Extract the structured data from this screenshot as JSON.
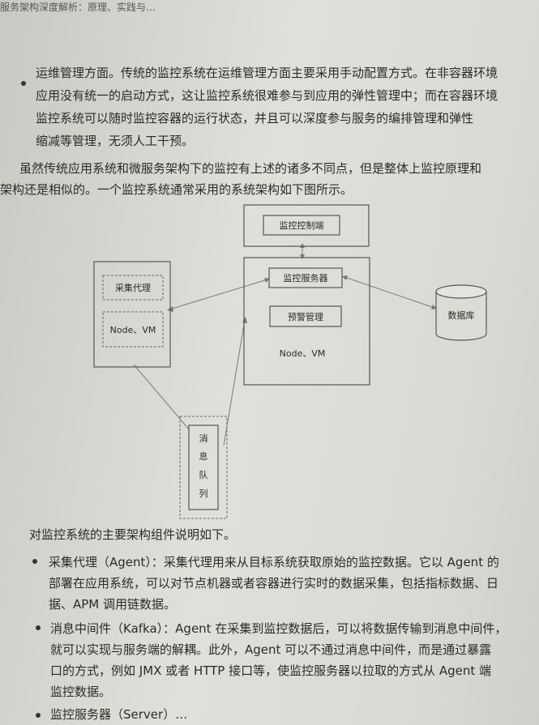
{
  "running_head": "服务架构深度解析：原理、实践与…",
  "intro_bullet": {
    "lines": [
      "运维管理方面。传统的监控系统在运维管理方面主要采用手动配置方式。在非容器环境",
      "应用没有统一的启动方式，这让监控系统很难参与到应用的弹性管理中；而在容器环境",
      "监控系统可以随时监控容器的运行状态，并且可以深度参与服务的编排管理和弹性",
      "缩减等管理，无须人工干预。"
    ]
  },
  "summary_paragraph": [
    "虽然传统应用系统和微服务架构下的监控有上述的诸多不同点，但是整体上监控原理和",
    "架构还是相似的。一个监控系统通常采用的系统架构如下图所示。"
  ],
  "diagram": {
    "console": "监控控制端",
    "server": "监控服务器",
    "alert": "预警管理",
    "server_node": "Node、VM",
    "agent": "采集代理",
    "agent_node": "Node、VM",
    "queue": [
      "消",
      "息",
      "队",
      "列"
    ],
    "database": "数据库"
  },
  "components_intro": "对监控系统的主要架构组件说明如下。",
  "components": [
    {
      "lines": [
        "采集代理（Agent）：采集代理用来从目标系统获取原始的监控数据。它以 Agent 的",
        "部署在应用系统，可以对节点机器或者容器进行实时的数据采集，包括指标数据、日",
        "据、APM 调用链数据。"
      ]
    },
    {
      "lines": [
        "消息中间件（Kafka）：Agent 在采集到监控数据后，可以将数据传输到消息中间件，",
        "就可以实现与服务端的解耦。此外，Agent 可以不通过消息中间件，而是通过暴露",
        "口的方式，例如 JMX 或者 HTTP 接口等，使监控服务器以拉取的方式从 Agent 端",
        "监控数据。"
      ]
    },
    {
      "lines": [
        "监控服务器（Server）…"
      ]
    }
  ]
}
